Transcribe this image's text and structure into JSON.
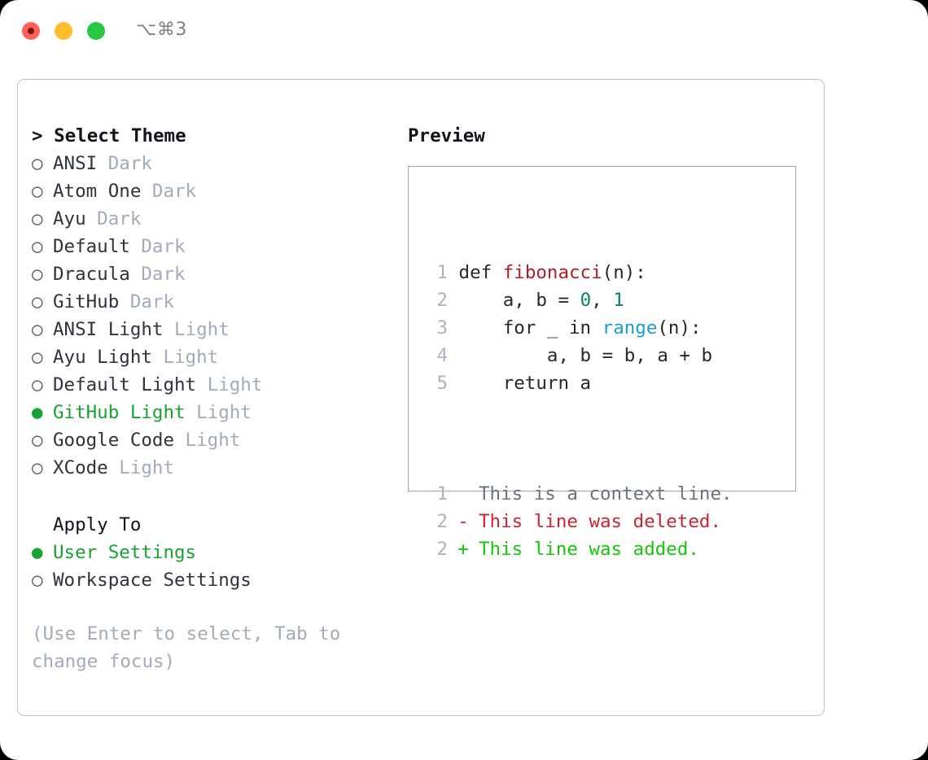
{
  "window": {
    "shortcut": "⌥⌘3",
    "traffic_lights": [
      "close",
      "minimize",
      "zoom"
    ]
  },
  "theme_picker": {
    "header": "> Select Theme",
    "marker_unselected": "○",
    "marker_selected": "●",
    "items": [
      {
        "name": "ANSI",
        "tag": "Dark",
        "selected": false
      },
      {
        "name": "Atom One",
        "tag": "Dark",
        "selected": false
      },
      {
        "name": "Ayu",
        "tag": "Dark",
        "selected": false
      },
      {
        "name": "Default",
        "tag": "Dark",
        "selected": false
      },
      {
        "name": "Dracula",
        "tag": "Dark",
        "selected": false
      },
      {
        "name": "GitHub",
        "tag": "Dark",
        "selected": false
      },
      {
        "name": "ANSI Light",
        "tag": "Light",
        "selected": false
      },
      {
        "name": "Ayu Light",
        "tag": "Light",
        "selected": false
      },
      {
        "name": "Default Light",
        "tag": "Light",
        "selected": false
      },
      {
        "name": "GitHub Light",
        "tag": "Light",
        "selected": true
      },
      {
        "name": "Google Code",
        "tag": "Light",
        "selected": false
      },
      {
        "name": "XCode",
        "tag": "Light",
        "selected": false
      }
    ]
  },
  "apply_to": {
    "title": "Apply To",
    "options": [
      {
        "label": "User Settings",
        "selected": true
      },
      {
        "label": "Workspace Settings",
        "selected": false
      }
    ]
  },
  "hint": "(Use Enter to select, Tab to change focus)",
  "preview": {
    "title": "Preview",
    "code_lines": [
      {
        "num": "1",
        "segments": [
          {
            "text": "def ",
            "type": "plain"
          },
          {
            "text": "fibonacci",
            "type": "fn"
          },
          {
            "text": "(n):",
            "type": "plain"
          }
        ]
      },
      {
        "num": "2",
        "segments": [
          {
            "text": "    a, b = ",
            "type": "plain"
          },
          {
            "text": "0",
            "type": "num"
          },
          {
            "text": ", ",
            "type": "plain"
          },
          {
            "text": "1",
            "type": "num"
          }
        ]
      },
      {
        "num": "3",
        "segments": [
          {
            "text": "    for _ in ",
            "type": "plain"
          },
          {
            "text": "range",
            "type": "call"
          },
          {
            "text": "(n):",
            "type": "plain"
          }
        ]
      },
      {
        "num": "4",
        "segments": [
          {
            "text": "        a, b = b, a + b",
            "type": "plain"
          }
        ]
      },
      {
        "num": "5",
        "segments": [
          {
            "text": "    return a",
            "type": "plain"
          }
        ]
      }
    ],
    "diff_lines": [
      {
        "num": "1",
        "mark": "",
        "text": "This is a context line.",
        "kind": "ctx"
      },
      {
        "num": "2",
        "mark": "-",
        "text": "This line was deleted.",
        "kind": "del"
      },
      {
        "num": "2",
        "mark": "+",
        "text": "This line was added.",
        "kind": "add"
      }
    ]
  },
  "colors": {
    "accent_green": "#18a231",
    "muted": "#a3abba",
    "function": "#b31d28",
    "number": "#0a7f6e",
    "call": "#1b9cd0",
    "diff_add": "#16c60c",
    "diff_del": "#cb2431",
    "diff_ctx": "#6a737d"
  }
}
